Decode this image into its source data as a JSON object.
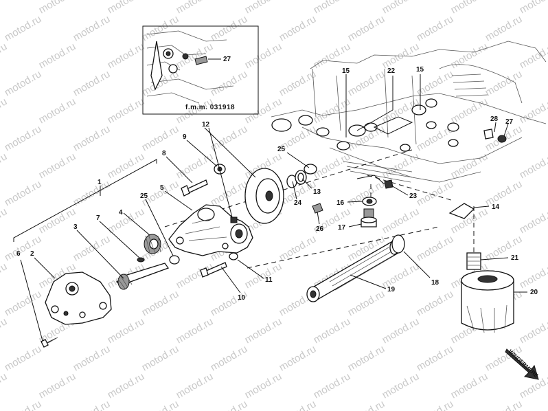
{
  "watermark": {
    "text": "motod.ru"
  },
  "inset": {
    "caption": "f.m.m. 031918",
    "callout": "27"
  },
  "stamp": {
    "text": "WINDERMERE"
  },
  "callouts": [
    {
      "id": "c1",
      "text": "1"
    },
    {
      "id": "c2",
      "text": "2"
    },
    {
      "id": "c3",
      "text": "3"
    },
    {
      "id": "c4",
      "text": "4"
    },
    {
      "id": "c5",
      "text": "5"
    },
    {
      "id": "c6",
      "text": "6"
    },
    {
      "id": "c7",
      "text": "7"
    },
    {
      "id": "c8",
      "text": "8"
    },
    {
      "id": "c9",
      "text": "9"
    },
    {
      "id": "c10",
      "text": "10"
    },
    {
      "id": "c11",
      "text": "11"
    },
    {
      "id": "c12",
      "text": "12"
    },
    {
      "id": "c13",
      "text": "13"
    },
    {
      "id": "c14",
      "text": "14"
    },
    {
      "id": "c15a",
      "text": "15"
    },
    {
      "id": "c15b",
      "text": "15"
    },
    {
      "id": "c16",
      "text": "16"
    },
    {
      "id": "c17",
      "text": "17"
    },
    {
      "id": "c18",
      "text": "18"
    },
    {
      "id": "c19",
      "text": "19"
    },
    {
      "id": "c20",
      "text": "20"
    },
    {
      "id": "c21",
      "text": "21"
    },
    {
      "id": "c22",
      "text": "22"
    },
    {
      "id": "c23",
      "text": "23"
    },
    {
      "id": "c24",
      "text": "24"
    },
    {
      "id": "c25a",
      "text": "25"
    },
    {
      "id": "c25b",
      "text": "25"
    },
    {
      "id": "c26",
      "text": "26"
    },
    {
      "id": "c27",
      "text": "27"
    },
    {
      "id": "c28",
      "text": "28"
    }
  ]
}
